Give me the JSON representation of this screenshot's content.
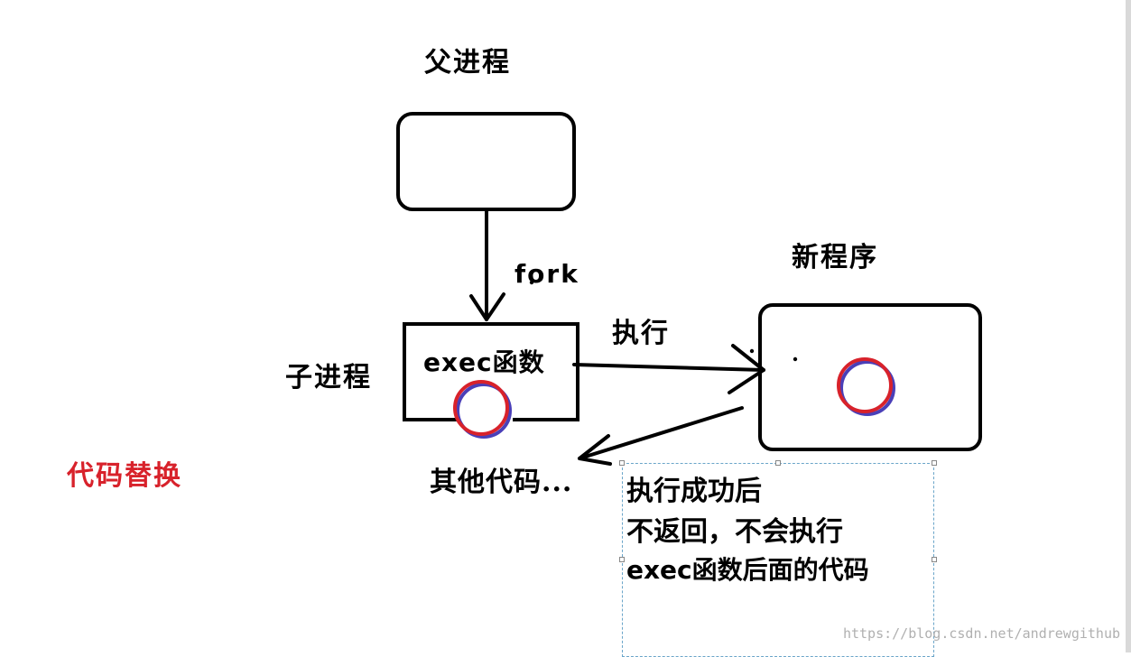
{
  "labels": {
    "parent": "父进程",
    "child": "子进程",
    "new_program": "新程序",
    "fork": "fork",
    "execute": "执行",
    "exec_function": "exec函数",
    "other_code": "其他代码...",
    "code_swap": "代码替换"
  },
  "note": {
    "lines": [
      "执行成功后",
      "不返回，不会执行",
      "exec函数后面的代码"
    ]
  },
  "watermark": "https://blog.csdn.net/andrewgithub",
  "colors": {
    "stroke": "#000000",
    "accent_red": "#d8222b",
    "circle_blue": "#4a3fb8",
    "selection_border": "#6aa5c9"
  }
}
